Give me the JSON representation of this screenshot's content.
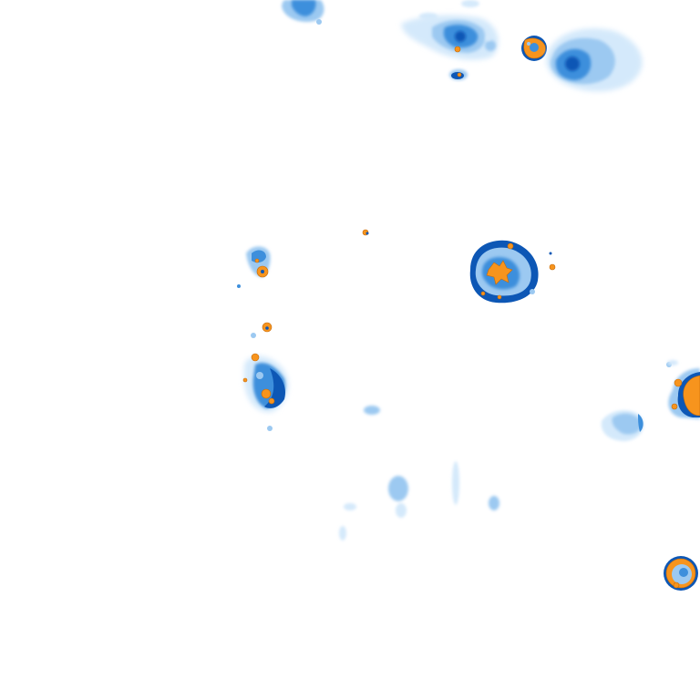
{
  "image": {
    "kind": "pseudocolor microscopy image of cells / particles on white background",
    "palette": {
      "background": "#ffffff",
      "faint": "#d4e9fb",
      "light": "#9cc9f1",
      "mid": "#3d8fdc",
      "dark": "#0d57b5",
      "hot": "#f7941d",
      "hot_edge": "#c46a0a"
    }
  },
  "objects": [
    {
      "id": "cell-top-left-fragment",
      "label": "cell"
    },
    {
      "id": "cell-top-center",
      "label": "cell"
    },
    {
      "id": "cell-top-small",
      "label": "cell"
    },
    {
      "id": "cell-top-orange",
      "label": "cell"
    },
    {
      "id": "cell-top-right-large",
      "label": "cell"
    },
    {
      "id": "cell-center-large",
      "label": "cell"
    },
    {
      "id": "cell-left-upper",
      "label": "cell"
    },
    {
      "id": "cell-left-dot",
      "label": "cell"
    },
    {
      "id": "cell-left-lower",
      "label": "cell"
    },
    {
      "id": "cell-right-edge-orange",
      "label": "cell"
    },
    {
      "id": "cell-right-faint",
      "label": "cell"
    },
    {
      "id": "cell-bottom-right",
      "label": "cell"
    },
    {
      "id": "debris-center-bottom",
      "label": "debris"
    }
  ]
}
